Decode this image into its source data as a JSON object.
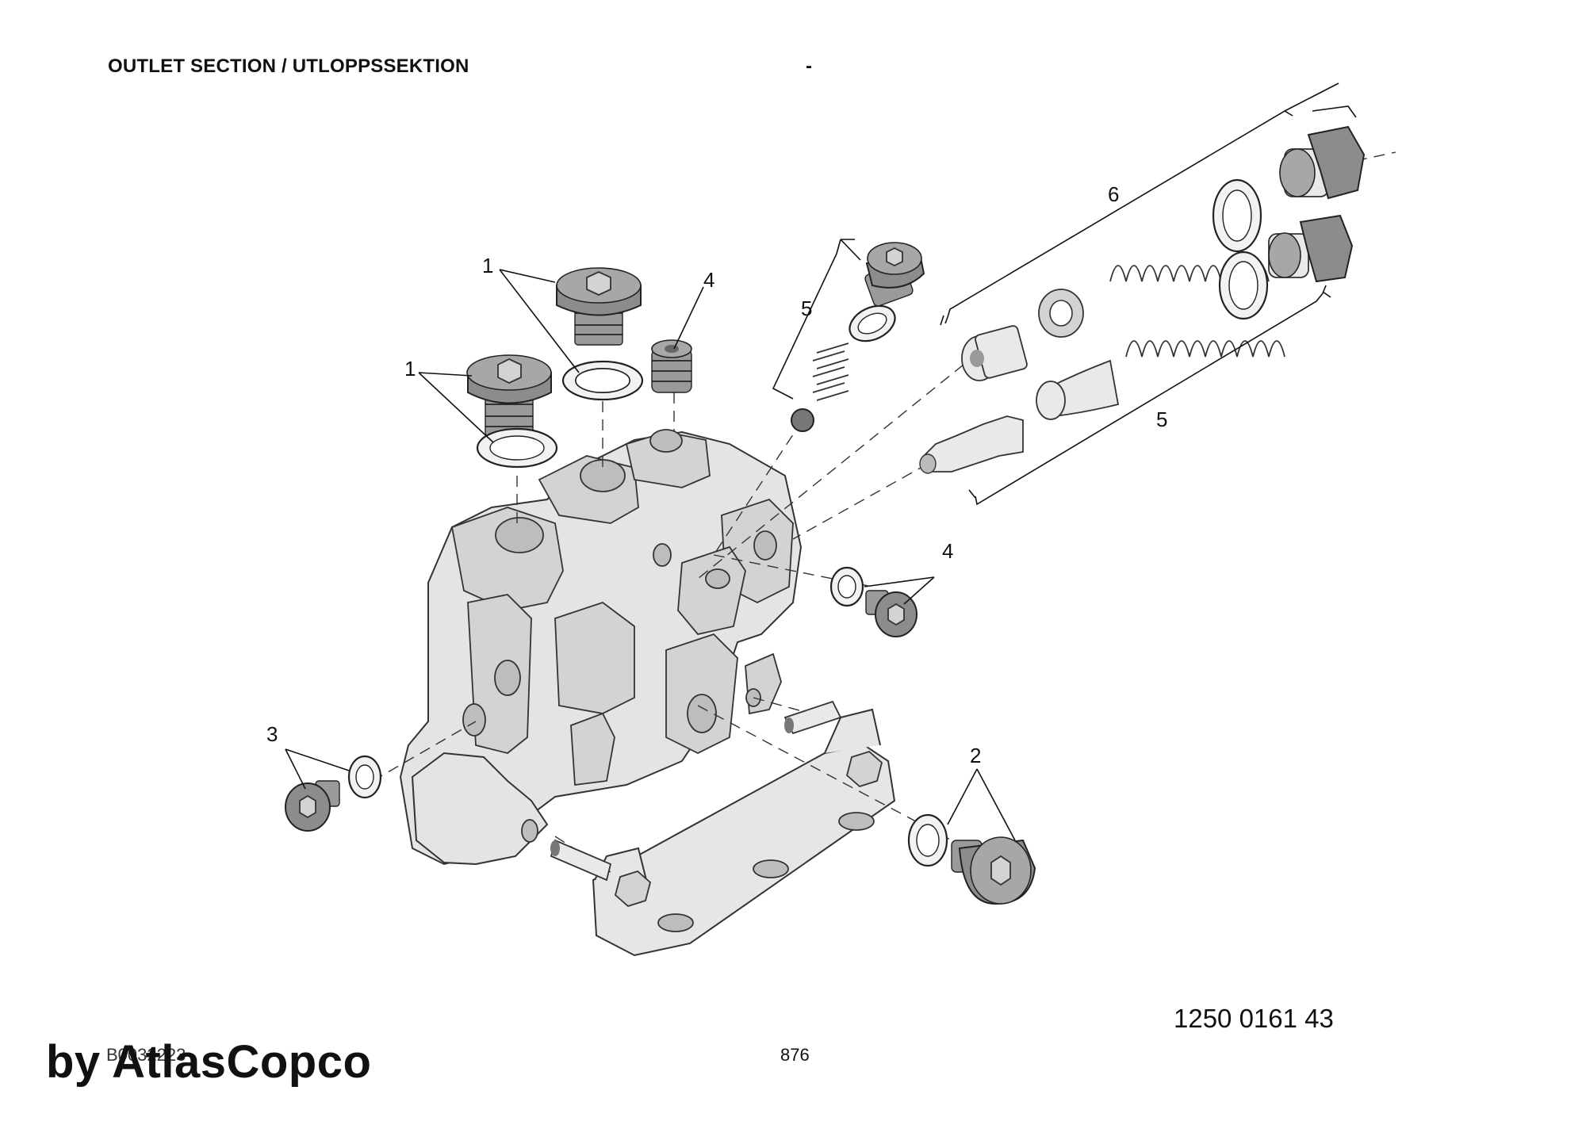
{
  "header": {
    "title": "OUTLET SECTION / UTLOPPSSEKTION",
    "dash": "-"
  },
  "footer": {
    "part_number": "1250 0161 43",
    "page_number": "876",
    "doc_code": "B0032223",
    "brand": "by AtlasCopco"
  },
  "diagram": {
    "callouts": {
      "c1a": "1",
      "c1b": "1",
      "c2": "2",
      "c3": "3",
      "c4a": "4",
      "c4b": "4",
      "c5a": "5",
      "c5b": "5",
      "c6": "6"
    }
  }
}
